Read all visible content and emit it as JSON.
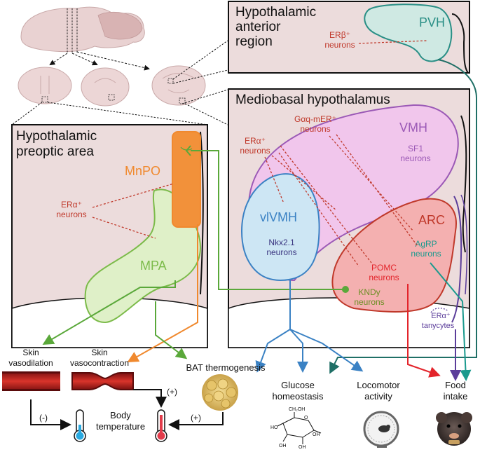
{
  "panels": {
    "anterior_title": [
      "Hypothalamic",
      "anterior",
      "region"
    ],
    "mediobasal_title": "Mediobasal hypothalamus",
    "preoptic_title": [
      "Hypothalamic",
      "preoptic area"
    ]
  },
  "nuclei": {
    "pvh": "PVH",
    "vmh": "VMH",
    "vlvmh": "vlVMH",
    "arc": "ARC",
    "mnpo": "MnPO",
    "mpa": "MPA"
  },
  "neurons": {
    "erb_anterior": [
      "ERβ⁺",
      "neurons"
    ],
    "gaq": [
      "Gαq-mER⁺",
      "neurons"
    ],
    "era_mbh": [
      "ERα⁺",
      "neurons"
    ],
    "sf1": [
      "SF1",
      "neurons"
    ],
    "nkx": [
      "Nkx2.1",
      "neurons"
    ],
    "agrp": [
      "AgRP",
      "neurons"
    ],
    "pomc": [
      "POMC",
      "neurons"
    ],
    "kndy": [
      "KNDy",
      "neurons"
    ],
    "tanycytes": [
      "ERα⁺",
      "tanycytes"
    ],
    "era_preoptic": [
      "ERα⁺",
      "neurons"
    ]
  },
  "outputs": {
    "skin_vasodilation": [
      "Skin",
      "vasodilation"
    ],
    "skin_vasocontraction": [
      "Skin",
      "vasocontraction"
    ],
    "bat": "BAT thermogenesis",
    "body_temp": [
      "Body",
      "temperature"
    ],
    "glucose": [
      "Glucose",
      "homeostasis"
    ],
    "locomotor": [
      "Locomotor",
      "activity"
    ],
    "food": [
      "Food",
      "intake"
    ]
  },
  "signs": {
    "minus": "(-)",
    "plus_top": "(+)",
    "plus_right": "(+)"
  },
  "glucose_atoms": {
    "ch2oh": "CH₂OH",
    "o": "O",
    "oh": "OH",
    "ho": "HO"
  },
  "colors": {
    "panel_fill": "#ecdcdc",
    "pvh": "#2a8f86",
    "vmh": "#9b59b6",
    "vlvmh": "#3b82c4",
    "arc": "#c0392b",
    "mnpo": "#f0892e",
    "mpa": "#7cbb4a",
    "neuron_label": "#c0392b",
    "kndy": "#6b8e23",
    "tanycyte": "#5b3d9a"
  }
}
